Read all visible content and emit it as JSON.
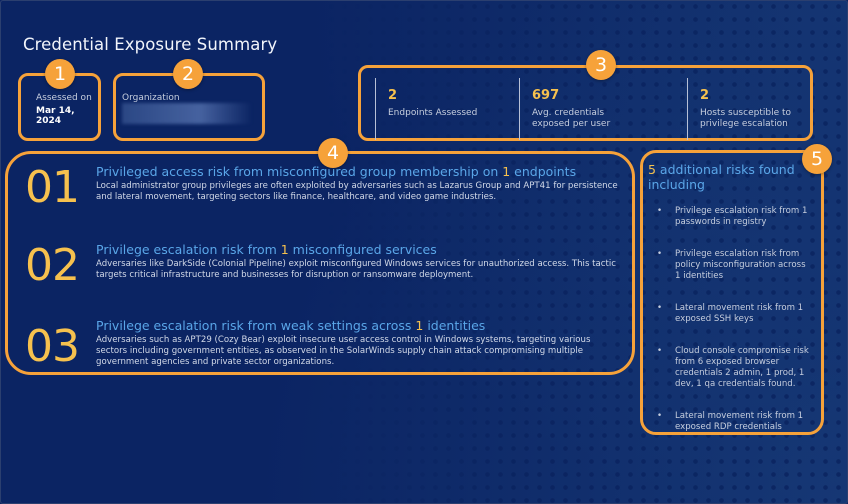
{
  "header": {
    "title": "Credential Exposure Summary"
  },
  "badges": [
    "1",
    "2",
    "3",
    "4",
    "5"
  ],
  "assessment": {
    "label": "Assessed on",
    "date": "Mar 14, 2024"
  },
  "organization": {
    "label": "Organization",
    "value": ""
  },
  "stats": [
    {
      "value": "2",
      "label": "Endpoints Assessed"
    },
    {
      "value": "697",
      "label": "Avg. credentials exposed per user"
    },
    {
      "value": "2",
      "label": "Hosts susceptible to privilege escalation"
    }
  ],
  "risks": [
    {
      "number": "01",
      "title_before": "Privileged access risk from misconfigured group membership on ",
      "count": "1",
      "title_after": " endpoints",
      "description": "Local administrator group privileges are often exploited by adversaries such as Lazarus Group and APT41 for persistence and lateral movement, targeting sectors like finance, healthcare, and video game industries."
    },
    {
      "number": "02",
      "title_before": "Privilege escalation risk from ",
      "count": "1",
      "title_after": " misconfigured services",
      "description": "Adversaries like DarkSide (Colonial Pipeline) exploit misconfigured Windows services for unauthorized access. This tactic targets critical infrastructure and businesses for disruption or ransomware deployment."
    },
    {
      "number": "03",
      "title_before": "Privilege escalation risk from weak settings across ",
      "count": "1",
      "title_after": " identities",
      "description": "Adversaries such as APT29 (Cozy Bear) exploit insecure user access control in Windows systems, targeting various sectors including government entities, as observed in the SolarWinds supply chain attack compromising multiple government agencies and private sector organizations."
    }
  ],
  "additional": {
    "count": "5",
    "heading": " additional risks found including",
    "items": [
      "Privilege escalation risk from 1 passwords in registry",
      "Privilege escalation risk from policy misconfiguration across 1 identities",
      "Lateral movement risk from 1 exposed SSH keys",
      "Cloud console compromise risk from 6 exposed browser credentials 2 admin, 1 prod, 1 dev, 1 qa credentials found.",
      "Lateral movement risk from 1 exposed RDP credentials"
    ]
  },
  "colors": {
    "background": "#0b2463",
    "accent_orange": "#f6a23a",
    "highlight_yellow": "#f6c14e",
    "title_blue": "#5aa6e8"
  }
}
